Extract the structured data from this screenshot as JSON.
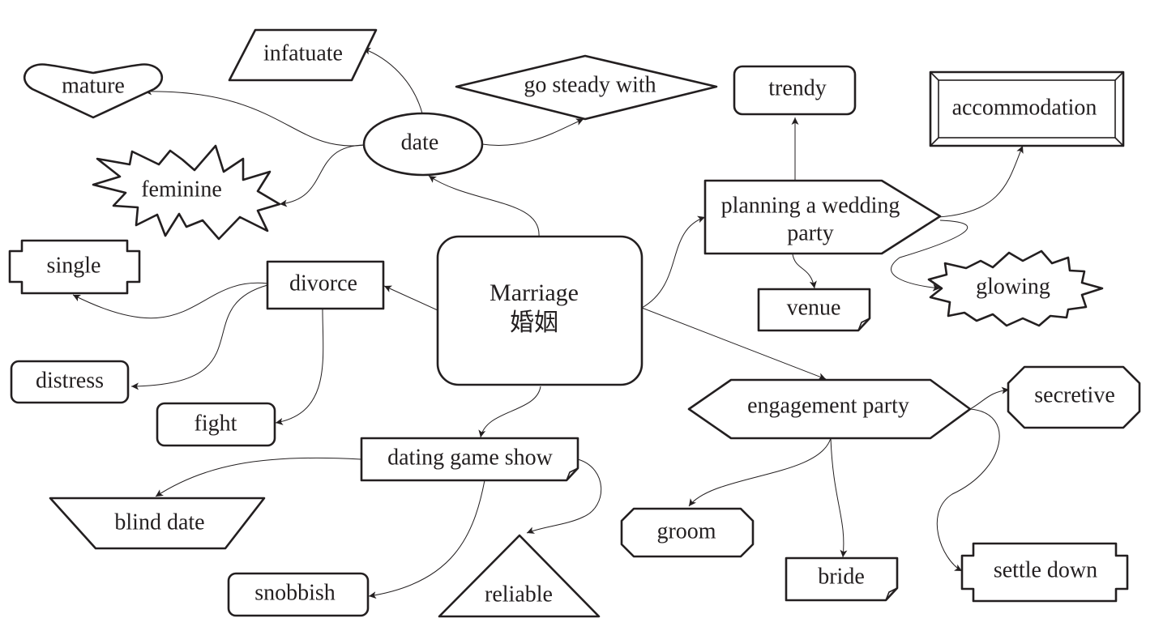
{
  "nodes": {
    "center_en": "Marriage",
    "center_zh": "婚姻",
    "date": "date",
    "infatuate": "infatuate",
    "go_steady": "go steady with",
    "mature": "mature",
    "feminine": "feminine",
    "trendy": "trendy",
    "accommodation": "accommodation",
    "planning_line1": "planning a wedding",
    "planning_line2": "party",
    "venue": "venue",
    "glowing": "glowing",
    "single": "single",
    "divorce": "divorce",
    "distress": "distress",
    "fight": "fight",
    "engagement": "engagement party",
    "secretive": "secretive",
    "groom": "groom",
    "bride": "bride",
    "settle_down": "settle down",
    "dating_show": "dating game show",
    "blind_date": "blind date",
    "snobbish": "snobbish",
    "reliable": "reliable"
  }
}
